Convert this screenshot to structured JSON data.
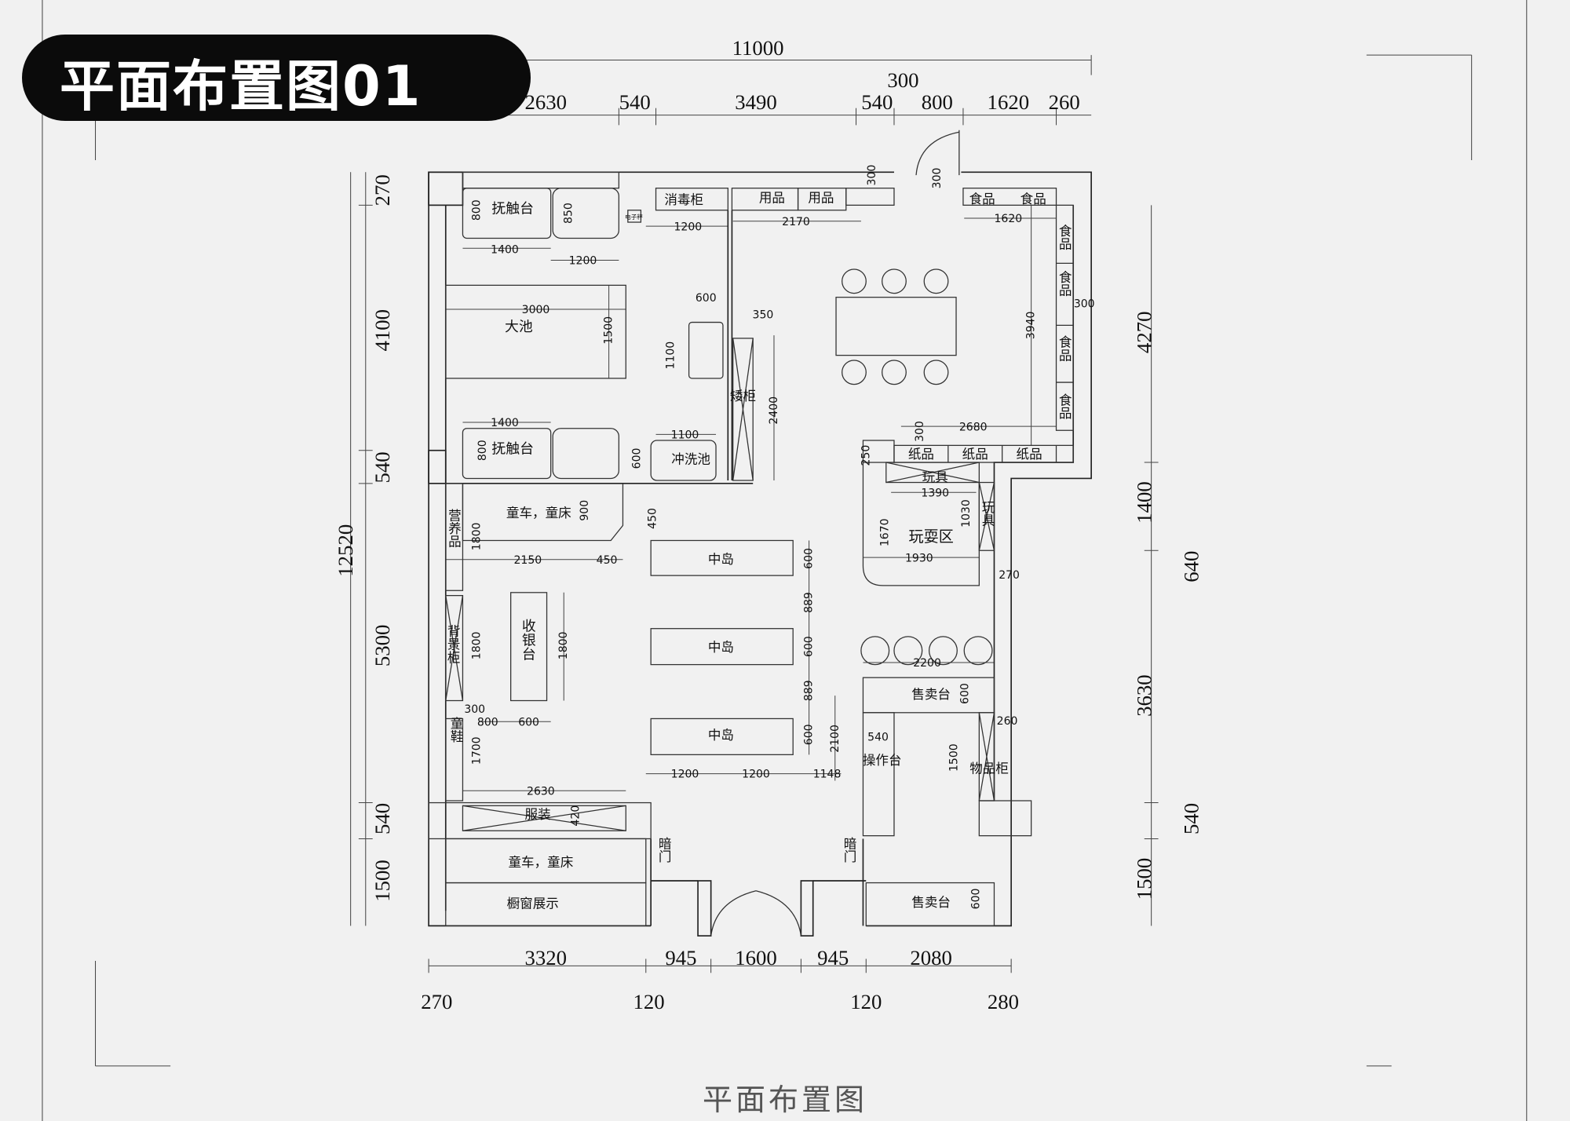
{
  "title": "平面布置图01",
  "caption": "平面布置图",
  "dimensions": {
    "top_total": "11000",
    "top_extra": "300",
    "top": [
      "2630",
      "540",
      "3490",
      "540",
      "800",
      "1620",
      "260"
    ],
    "left": [
      "270",
      "4100",
      "540",
      "12520",
      "5300",
      "540",
      "1500"
    ],
    "right": [
      "4270",
      "1400",
      "640",
      "3630",
      "540",
      "1500"
    ],
    "bottom": [
      "3320",
      "945",
      "1600",
      "945",
      "2080"
    ],
    "bottom_walls": [
      "270",
      "120",
      "120",
      "280"
    ]
  },
  "fixtures": {
    "touch_table_1": "抚触台",
    "touch_table_2": "抚触台",
    "scale": "电子秤",
    "sterilizer": "消毒柜",
    "supplies_1": "用品",
    "supplies_2": "用品",
    "big_pool": "大池",
    "low_cabinet": "矮柜",
    "rinse_pool": "冲洗池",
    "food": [
      "食品",
      "食品",
      "食品",
      "食品",
      "食品",
      "食品"
    ],
    "paper": [
      "纸品",
      "纸品",
      "纸品"
    ],
    "toys_1": "玩具",
    "toys_2": "玩具",
    "play_area": "玩耍区",
    "sales_counter_1": "售卖台",
    "work_table": "操作台",
    "storage_cabinet": "物品柜",
    "hidden_door_1": "暗门",
    "hidden_door_2": "暗门",
    "sales_counter_2": "售卖台",
    "stroller_1": "童车，童床",
    "nutrition": "营养品",
    "island": [
      "中岛",
      "中岛",
      "中岛"
    ],
    "cashier": "收银台",
    "backdrop_cabinet": "背景柜",
    "shoes": "童鞋",
    "clothing": "服装",
    "stroller_2": "童车，童床",
    "window_display": "橱窗展示"
  },
  "interior_dims": [
    "800",
    "850",
    "1200",
    "2170",
    "1400",
    "1200",
    "3000",
    "1500",
    "600",
    "350",
    "1100",
    "2400",
    "1400",
    "800",
    "600",
    "1100",
    "300",
    "300",
    "1620",
    "300",
    "3940",
    "2680",
    "300",
    "250",
    "1390",
    "1030",
    "1670",
    "1930",
    "270",
    "2200",
    "600",
    "260",
    "540",
    "1500",
    "2100",
    "600",
    "900",
    "450",
    "1800",
    "2150",
    "450",
    "600",
    "889",
    "600",
    "1800",
    "1800",
    "300",
    "800",
    "600",
    "1700",
    "889",
    "600",
    "1200",
    "1200",
    "1148",
    "2630",
    "420"
  ]
}
